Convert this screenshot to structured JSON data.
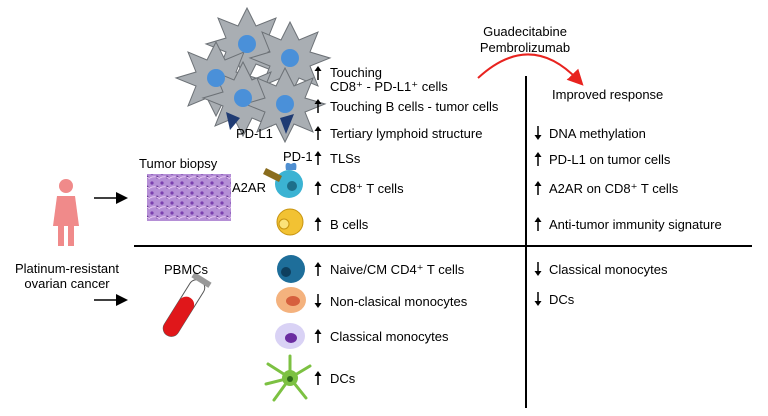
{
  "therapy": {
    "line1": "Guadecitabine",
    "line2": "Pembrolizumab"
  },
  "outcome_header": "Improved response",
  "patient": {
    "line1": "Platinum-resistant",
    "line2": "ovarian cancer"
  },
  "samples": {
    "biopsy": "Tumor biopsy",
    "pbmc": "PBMCs"
  },
  "markers": {
    "pdl1": "PD-L1",
    "pd1": "PD-1",
    "a2ar": "A2AR"
  },
  "tumor_findings": [
    {
      "dir": "up",
      "text": "Touching",
      "text2": "CD8⁺ - PD-L1⁺ cells"
    },
    {
      "dir": "up",
      "text": "Touching B cells - tumor cells"
    },
    {
      "dir": "up",
      "text": "Tertiary lymphoid structure"
    },
    {
      "dir": "up",
      "text": "TLSs"
    },
    {
      "dir": "up",
      "text": "CD8⁺ T cells"
    },
    {
      "dir": "up",
      "text": "B cells"
    }
  ],
  "blood_findings": [
    {
      "dir": "up",
      "text": "Naive/CM CD4⁺ T cells"
    },
    {
      "dir": "down",
      "text": "Non-clasical monocytes"
    },
    {
      "dir": "up",
      "text": "Classical monocytes"
    },
    {
      "dir": "up",
      "text": "DCs"
    }
  ],
  "response_tumor": [
    {
      "dir": "down",
      "text": "DNA methylation"
    },
    {
      "dir": "up",
      "text": "PD-L1 on tumor cells"
    },
    {
      "dir": "up",
      "text": "A2AR on CD8⁺ T cells"
    },
    {
      "dir": "up",
      "text": "Anti-tumor immunity signature"
    }
  ],
  "response_blood": [
    {
      "dir": "down",
      "text": "Classical monocytes"
    },
    {
      "dir": "down",
      "text": "DCs"
    }
  ],
  "colors": {
    "arrow_red": "#e8231f",
    "patient_pink": "#f08a8a",
    "tumor_gray": "#a9aeb3",
    "tumor_nucleus": "#4a90d9"
  }
}
